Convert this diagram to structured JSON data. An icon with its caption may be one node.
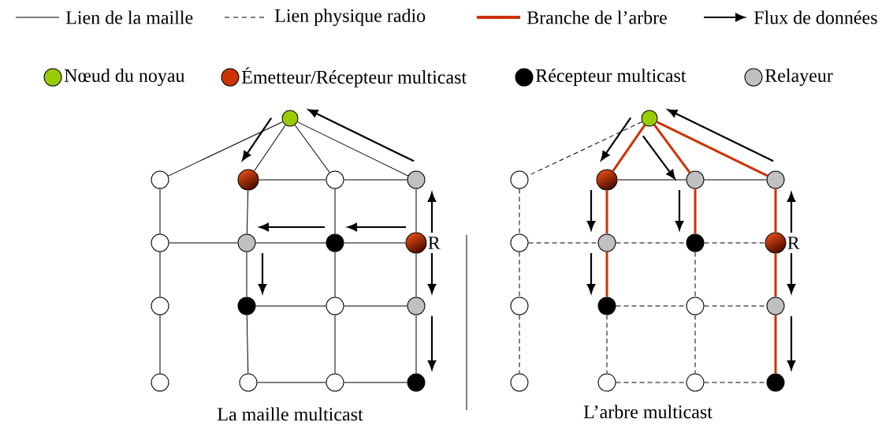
{
  "diagram": {
    "nodes": [
      {
        "text": [],
        "shape": "circle"
      },
      {
        "text": [],
        "shape": "circle"
      },
      {
        "text": [],
        "shape": "circle"
      },
      {
        "text": [],
        "shape": "circle"
      },
      {
        "text": [],
        "shape": "circle"
      },
      {
        "text": [],
        "shape": "circle"
      },
      {
        "text": [],
        "shape": "circle"
      },
      {
        "text": [],
        "shape": "circle"
      },
      {
        "text": [],
        "shape": "circle",
        "beside": [
          "R"
        ]
      },
      {
        "text": [],
        "shape": "circle"
      },
      {
        "text": [],
        "shape": "circle"
      },
      {
        "text": [],
        "shape": "circle"
      },
      {
        "text": [],
        "shape": "circle"
      },
      {
        "text": [],
        "shape": "circle"
      },
      {
        "text": [],
        "shape": "circle"
      },
      {
        "text": [],
        "shape": "circle"
      },
      {
        "text": [],
        "shape": "circle"
      },
      {
        "text": [],
        "shape": "circle"
      },
      {
        "text": [],
        "shape": "circle"
      },
      {
        "text": [],
        "shape": "circle"
      },
      {
        "text": [],
        "shape": "circle"
      },
      {
        "text": [],
        "shape": "circle"
      },
      {
        "text": [],
        "shape": "circle"
      },
      {
        "text": [],
        "shape": "circle"
      },
      {
        "text": [],
        "shape": "circle"
      },
      {
        "text": [],
        "shape": "circle",
        "beside": [
          "R"
        ]
      },
      {
        "text": [],
        "shape": "circle"
      },
      {
        "text": [],
        "shape": "circle"
      },
      {
        "text": [],
        "shape": "circle"
      },
      {
        "text": [],
        "shape": "circle"
      },
      {
        "text": [],
        "shape": "circle"
      },
      {
        "text": [],
        "shape": "circle"
      },
      {
        "text": [],
        "shape": "circle"
      },
      {
        "text": [],
        "shape": "circle"
      }
    ],
    "edges": [
      {
        "from": 0,
        "to": 1,
        "arrow": "none"
      },
      {
        "from": 0,
        "to": 2,
        "arrow": "none"
      },
      {
        "from": 0,
        "to": 3,
        "arrow": "none"
      },
      {
        "from": 0,
        "to": 4,
        "arrow": "none"
      },
      {
        "from": 2,
        "to": 3,
        "arrow": "none"
      },
      {
        "from": 3,
        "to": 4,
        "arrow": "none"
      },
      {
        "from": 1,
        "to": 5,
        "arrow": "none"
      },
      {
        "from": 5,
        "to": 9,
        "arrow": "none"
      },
      {
        "from": 9,
        "to": 13,
        "arrow": "none"
      },
      {
        "from": 5,
        "to": 6,
        "arrow": "none"
      },
      {
        "from": 6,
        "to": 7,
        "arrow": "none"
      },
      {
        "from": 7,
        "to": 8,
        "arrow": "none"
      },
      {
        "from": 2,
        "to": 6,
        "arrow": "none"
      },
      {
        "from": 6,
        "to": 10,
        "arrow": "none"
      },
      {
        "from": 10,
        "to": 14,
        "arrow": "none"
      },
      {
        "from": 3,
        "to": 7,
        "arrow": "none"
      },
      {
        "from": 7,
        "to": 11,
        "arrow": "none"
      },
      {
        "from": 11,
        "to": 15,
        "arrow": "none"
      },
      {
        "from": 4,
        "to": 8,
        "arrow": "none"
      },
      {
        "from": 8,
        "to": 12,
        "arrow": "none"
      },
      {
        "from": 12,
        "to": 16,
        "arrow": "none"
      },
      {
        "from": 10,
        "to": 11,
        "arrow": "none"
      },
      {
        "from": 11,
        "to": 12,
        "arrow": "none"
      },
      {
        "from": 14,
        "to": 15,
        "arrow": "none"
      },
      {
        "from": 15,
        "to": 16,
        "arrow": "none"
      },
      {
        "from": 4,
        "to": 0,
        "arrow": "to"
      },
      {
        "from": 0,
        "to": 2,
        "arrow": "to"
      },
      {
        "from": 7,
        "to": 6,
        "arrow": "to"
      },
      {
        "from": 8,
        "to": 7,
        "arrow": "to"
      },
      {
        "from": 6,
        "to": 10,
        "arrow": "to"
      },
      {
        "from": 8,
        "to": 4,
        "arrow": "to"
      },
      {
        "from": 8,
        "to": 12,
        "arrow": "to"
      },
      {
        "from": 12,
        "to": 16,
        "arrow": "to"
      },
      {
        "from": 17,
        "to": 18,
        "arrow": "none",
        "style": "dashed"
      },
      {
        "from": 17,
        "to": 19,
        "arrow": "none",
        "style": "thick",
        "color": "#cc3300"
      },
      {
        "from": 17,
        "to": 20,
        "arrow": "none",
        "style": "thick",
        "color": "#cc3300"
      },
      {
        "from": 17,
        "to": 21,
        "arrow": "none",
        "style": "thick",
        "color": "#cc3300"
      },
      {
        "from": 19,
        "to": 20,
        "arrow": "none"
      },
      {
        "from": 20,
        "to": 21,
        "arrow": "none"
      },
      {
        "from": 18,
        "to": 22,
        "arrow": "none",
        "style": "dashed"
      },
      {
        "from": 22,
        "to": 26,
        "arrow": "none",
        "style": "dashed"
      },
      {
        "from": 26,
        "to": 30,
        "arrow": "none",
        "style": "dashed"
      },
      {
        "from": 22,
        "to": 23,
        "arrow": "none",
        "style": "dashed"
      },
      {
        "from": 23,
        "to": 24,
        "arrow": "none",
        "style": "dashed"
      },
      {
        "from": 24,
        "to": 25,
        "arrow": "none",
        "style": "dashed"
      },
      {
        "from": 19,
        "to": 23,
        "arrow": "none",
        "style": "thick",
        "color": "#cc3300"
      },
      {
        "from": 23,
        "to": 27,
        "arrow": "none",
        "style": "thick",
        "color": "#cc3300"
      },
      {
        "from": 27,
        "to": 31,
        "arrow": "none",
        "style": "dashed"
      },
      {
        "from": 20,
        "to": 24,
        "arrow": "none",
        "style": "thick",
        "color": "#cc3300"
      },
      {
        "from": 24,
        "to": 28,
        "arrow": "none",
        "style": "dashed"
      },
      {
        "from": 28,
        "to": 32,
        "arrow": "none",
        "style": "dashed"
      },
      {
        "from": 21,
        "to": 25,
        "arrow": "none",
        "style": "thick",
        "color": "#cc3300"
      },
      {
        "from": 25,
        "to": 29,
        "arrow": "none",
        "style": "thick",
        "color": "#cc3300"
      },
      {
        "from": 29,
        "to": 33,
        "arrow": "none",
        "style": "thick",
        "color": "#cc3300"
      },
      {
        "from": 27,
        "to": 28,
        "arrow": "none",
        "style": "dashed"
      },
      {
        "from": 28,
        "to": 29,
        "arrow": "none",
        "style": "dashed"
      },
      {
        "from": 31,
        "to": 32,
        "arrow": "none",
        "style": "dashed"
      },
      {
        "from": 32,
        "to": 33,
        "arrow": "none",
        "style": "dashed"
      },
      {
        "from": 21,
        "to": 17,
        "arrow": "to"
      },
      {
        "from": 17,
        "to": 19,
        "arrow": "to"
      },
      {
        "from": 17,
        "to": 20,
        "arrow": "to"
      },
      {
        "from": 19,
        "to": 23,
        "arrow": "to"
      },
      {
        "from": 20,
        "to": 24,
        "arrow": "to"
      },
      {
        "from": 23,
        "to": 27,
        "arrow": "to"
      },
      {
        "from": 25,
        "to": 21,
        "arrow": "to"
      },
      {
        "from": 25,
        "to": 29,
        "arrow": "to"
      },
      {
        "from": 29,
        "to": 33,
        "arrow": "to"
      }
    ],
    "labels": [
      "La maille multicast",
      "L’arbre multicast"
    ],
    "legend": [
      {
        "text": "Lien de la maille"
      },
      {
        "text": "Lien physique radio"
      },
      {
        "text": "Branche de l’arbre"
      },
      {
        "text": "Flux de données"
      },
      {
        "text": "Nœud du noyau",
        "color": "#99cc00"
      },
      {
        "text": "Émetteur/Récepteur multicast",
        "color": "#cc3300"
      },
      {
        "text": "Récepteur multicast",
        "color": "#000000"
      },
      {
        "text": "Relayeur",
        "color": "#c0c0c0"
      }
    ]
  }
}
